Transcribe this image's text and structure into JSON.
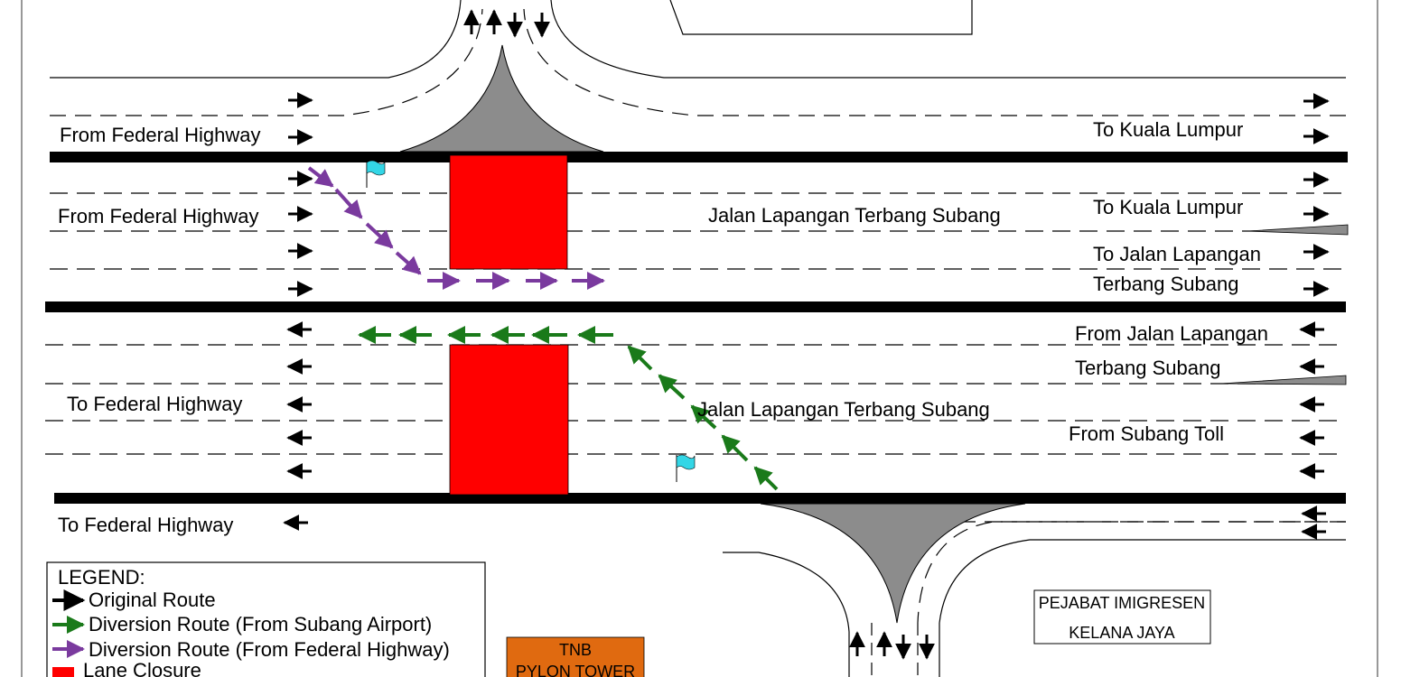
{
  "labels": {
    "from_federal_1": "From Federal Highway",
    "from_federal_2": "From Federal Highway",
    "to_kl_1": "To Kuala Lumpur",
    "to_kl_2": "To Kuala Lumpur",
    "to_jalan_l1": "To Jalan Lapangan",
    "to_jalan_l2": "Terbang Subang",
    "jalan_upper": "Jalan Lapangan Terbang Subang",
    "from_jalan_l1": "From Jalan Lapangan",
    "from_jalan_l2": "Terbang Subang",
    "to_federal_1": "To Federal Highway",
    "jalan_lower": "Jalan Lapangan Terbang Subang",
    "from_subang_toll": "From Subang Toll",
    "to_federal_2": "To Federal Highway"
  },
  "legend": {
    "title": "LEGEND:",
    "items": [
      {
        "label": "Original Route",
        "color": "#000000",
        "kind": "arrow"
      },
      {
        "label": "Diversion Route (From Subang Airport)",
        "color": "#1a7a1a",
        "kind": "arrow"
      },
      {
        "label": "Diversion  Route (From Federal Highway)",
        "color": "#7a3a9e",
        "kind": "arrow"
      },
      {
        "label": "Lane Closure",
        "color": "#ff0000",
        "kind": "box"
      }
    ]
  },
  "tnb": {
    "line1": "TNB",
    "line2": "PYLON TOWER",
    "color": "#e06a10"
  },
  "imigresen": {
    "line1": "PEJABAT IMIGRESEN",
    "line2": "KELANA JAYA"
  },
  "colors": {
    "closure": "#ff0000",
    "diversion_airport": "#1a7a1a",
    "diversion_federal": "#7a3a9e",
    "median": "#000000",
    "gore": "#8c8c8c",
    "flag": "#33d6e6"
  },
  "icons": [
    "arrow-right-icon",
    "arrow-left-icon",
    "arrow-up-icon",
    "arrow-down-icon",
    "flag-icon"
  ]
}
